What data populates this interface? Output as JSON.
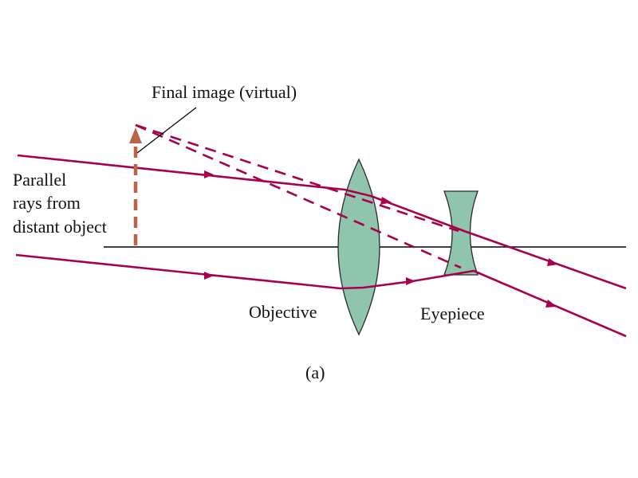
{
  "labels": {
    "final_image": "Final image (virtual)",
    "parallel_line1": "Parallel",
    "parallel_line2": "rays from",
    "parallel_line3": "distant object",
    "objective": "Objective",
    "eyepiece": "Eyepiece",
    "caption": "(a)"
  },
  "colors": {
    "ray": "#A8004C",
    "lens_fill": "#8FC5AD",
    "lens_stroke": "#2a2a2a",
    "image_arrow": "#B8654A",
    "axis": "#000000"
  }
}
